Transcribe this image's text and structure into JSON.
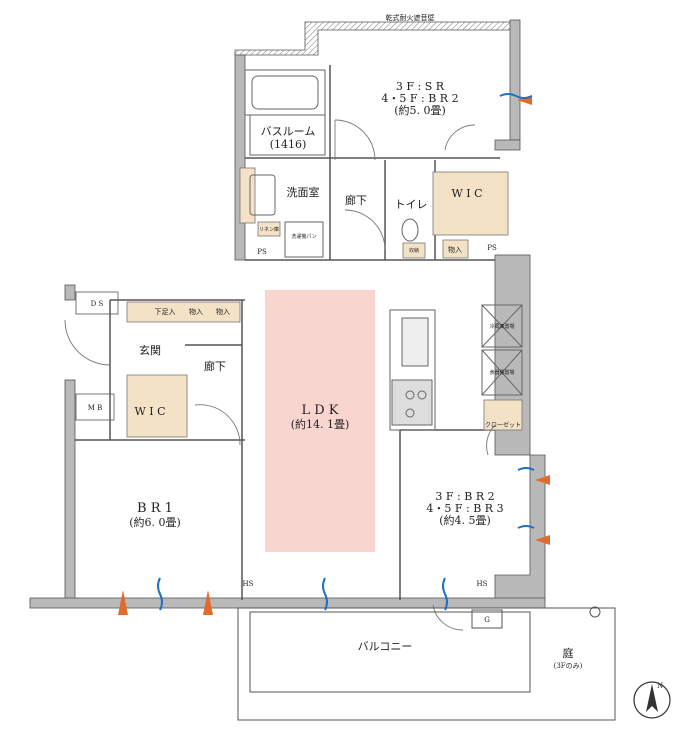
{
  "plan": {
    "wall_label": "乾式耐火遮音壁",
    "rooms": {
      "sr_line1": "3 F : S R",
      "sr_line2": "4・5 F : B R 2",
      "sr_area": "(約5. 0畳)",
      "bath": "バスルーム",
      "bath_size": "(1416)",
      "washroom": "洗面室",
      "hall_top": "廊下",
      "toilet": "トイレ",
      "wic_top": "W I C",
      "entrance": "玄関",
      "hall_mid": "廊下",
      "wic_left": "W I C",
      "br1": "B R 1",
      "br1_area": "(約6. 0畳)",
      "ldk": "L D K",
      "ldk_area": "(約14. 1畳)",
      "br23_line1": "3 F : B R 2",
      "br23_line2": "4・5 F : B R 3",
      "br23_area": "(約4. 5畳)",
      "balcony": "バルコニー",
      "garden": "庭",
      "garden_note": "(3Fのみ)"
    },
    "fixtures": {
      "ds": "D S",
      "mb": "M B",
      "ps_left": "PS",
      "ps_right": "PS",
      "hs_left": "HS",
      "hs_right": "HS",
      "g": "G",
      "linen": "リネン庫",
      "washer": "洗濯機パン",
      "toilet_storage": "収納",
      "storage_top": "物入",
      "shoe": "下足入",
      "storage1": "物入",
      "storage2": "物入",
      "fridge": "冷蔵庫置場",
      "cupboard": "食器棚置場",
      "closet": "クローゼット"
    },
    "compass": "N"
  }
}
